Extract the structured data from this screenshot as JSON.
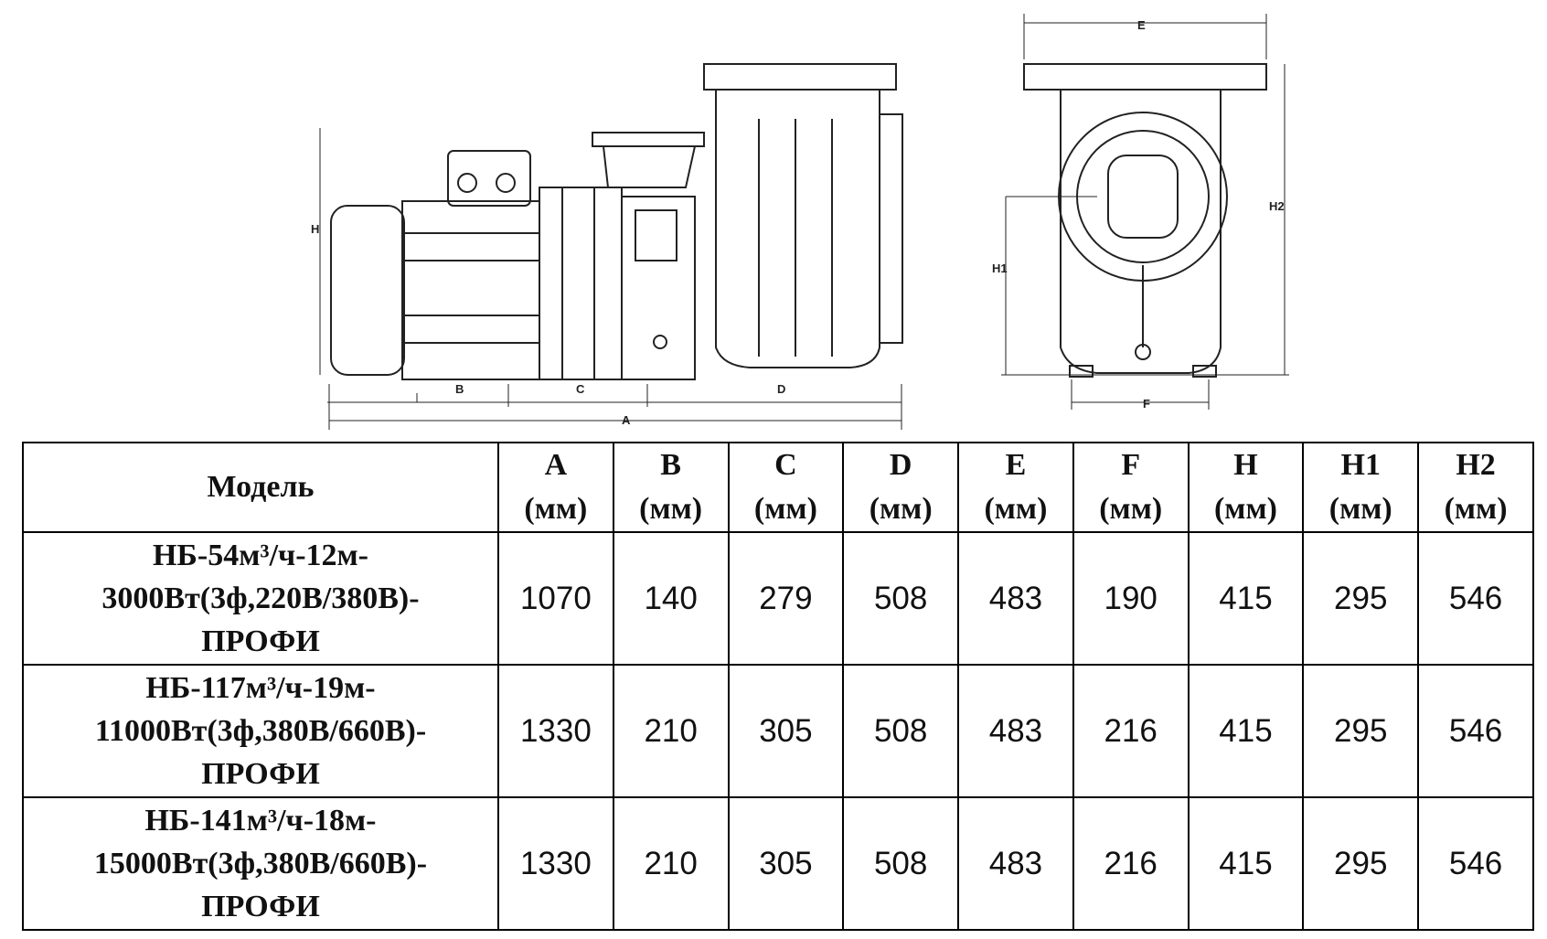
{
  "drawing": {
    "labels": {
      "A": "A",
      "B": "B",
      "C": "C",
      "D": "D",
      "E": "E",
      "F": "F",
      "H": "H",
      "H1": "H1",
      "H2": "H2"
    }
  },
  "table": {
    "model_header": "Модель",
    "unit": "(мм)",
    "columns": [
      "A",
      "B",
      "C",
      "D",
      "E",
      "F",
      "H",
      "H1",
      "H2"
    ],
    "rows": [
      {
        "model_lines": [
          "НБ-54м³/ч-12м-",
          "3000Вт(3ф,220В/380В)-",
          "ПРОФИ"
        ],
        "values": [
          "1070",
          "140",
          "279",
          "508",
          "483",
          "190",
          "415",
          "295",
          "546"
        ]
      },
      {
        "model_lines": [
          "НБ-117м³/ч-19м-",
          "11000Вт(3ф,380В/660В)-",
          "ПРОФИ"
        ],
        "values": [
          "1330",
          "210",
          "305",
          "508",
          "483",
          "216",
          "415",
          "295",
          "546"
        ]
      },
      {
        "model_lines": [
          "НБ-141м³/ч-18м-",
          "15000Вт(3ф,380В/660В)-",
          "ПРОФИ"
        ],
        "values": [
          "1330",
          "210",
          "305",
          "508",
          "483",
          "216",
          "415",
          "295",
          "546"
        ]
      }
    ]
  }
}
